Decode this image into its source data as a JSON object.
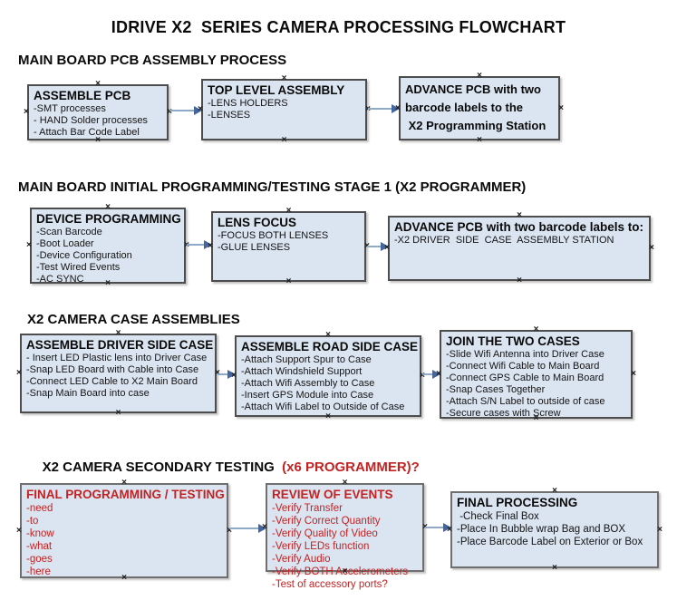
{
  "title": "IDRIVE X2  SERIES CAMERA PROCESSING FLOWCHART",
  "colors": {
    "box_fill": "#dbe5f1",
    "box_border": "#4d4d4d",
    "arrow_line": "#8fa9c9",
    "arrow_head": "#44659e",
    "red_accent": "#c32222"
  },
  "sections": [
    {
      "heading": "MAIN BOARD PCB ASSEMBLY PROCESS",
      "boxes": [
        {
          "title": "ASSEMBLE PCB",
          "items": [
            "-SMT processes",
            "- HAND Solder processes",
            "- Attach Bar Code Label"
          ]
        },
        {
          "title": "TOP LEVEL ASSEMBLY",
          "items": [
            "-LENS HOLDERS",
            "-LENSES"
          ]
        },
        {
          "title": "",
          "items": [
            "ADVANCE PCB with two",
            "barcode labels to the",
            " X2 Programming Station"
          ]
        }
      ]
    },
    {
      "heading": "MAIN BOARD INITIAL PROGRAMMING/TESTING STAGE 1 (X2 PROGRAMMER)",
      "boxes": [
        {
          "title": "DEVICE PROGRAMMING",
          "items": [
            "-Scan Barcode",
            "-Boot Loader",
            "-Device Configuration",
            "-Test Wired Events",
            "-AC SYNC"
          ]
        },
        {
          "title": "LENS FOCUS",
          "items": [
            "-FOCUS BOTH LENSES",
            "-GLUE LENSES"
          ]
        },
        {
          "title": "ADVANCE PCB with two barcode labels to:",
          "items": [
            "-X2 DRIVER  SIDE  CASE  ASSEMBLY STATION"
          ]
        }
      ]
    },
    {
      "heading": "X2 CAMERA CASE ASSEMBLIES",
      "boxes": [
        {
          "title": "ASSEMBLE DRIVER SIDE CASE",
          "items": [
            "- Insert LED Plastic lens into Driver Case",
            "-Snap LED Board with Cable into Case",
            "-Connect LED Cable to X2 Main Board",
            "-Snap Main Board into case"
          ]
        },
        {
          "title": "ASSEMBLE ROAD SIDE CASE",
          "items": [
            "-Attach Support Spur to Case",
            "-Attach Windshield Support",
            "-Attach Wifi Assembly to Case",
            "-Insert GPS Module into Case",
            "-Attach Wifi Label to Outside of Case"
          ]
        },
        {
          "title": "JOIN THE TWO CASES",
          "items": [
            "-Slide Wifi Antenna into Driver Case",
            "-Connect Wifi Cable to Main Board",
            "-Connect GPS Cable to Main Board",
            "-Snap Cases Together",
            "-Attach S/N Label to outside of case",
            "-Secure cases with Screw"
          ]
        }
      ]
    },
    {
      "heading": "X2 CAMERA SECONDARY TESTING ",
      "heading_suffix_red": " (x6 PROGRAMMER)?",
      "boxes": [
        {
          "title": "FINAL PROGRAMMING / TESTING",
          "items": [
            "-need",
            "-to",
            "-know",
            "-what",
            "-goes",
            "-here"
          ]
        },
        {
          "title": "REVIEW OF EVENTS",
          "items": [
            "-Verify Transfer",
            "-Verify Correct Quantity",
            "-Verify Quality of Video",
            "-Verify LEDs function",
            "-Verify Audio",
            "-Verify BOTH Accelerometers",
            "-Test of accessory ports?"
          ]
        },
        {
          "title": "FINAL PROCESSING",
          "items": [
            " -Check Final Box",
            "-Place In Bubble wrap Bag and BOX",
            "-Place Barcode Label on Exterior or Box"
          ]
        }
      ]
    }
  ]
}
